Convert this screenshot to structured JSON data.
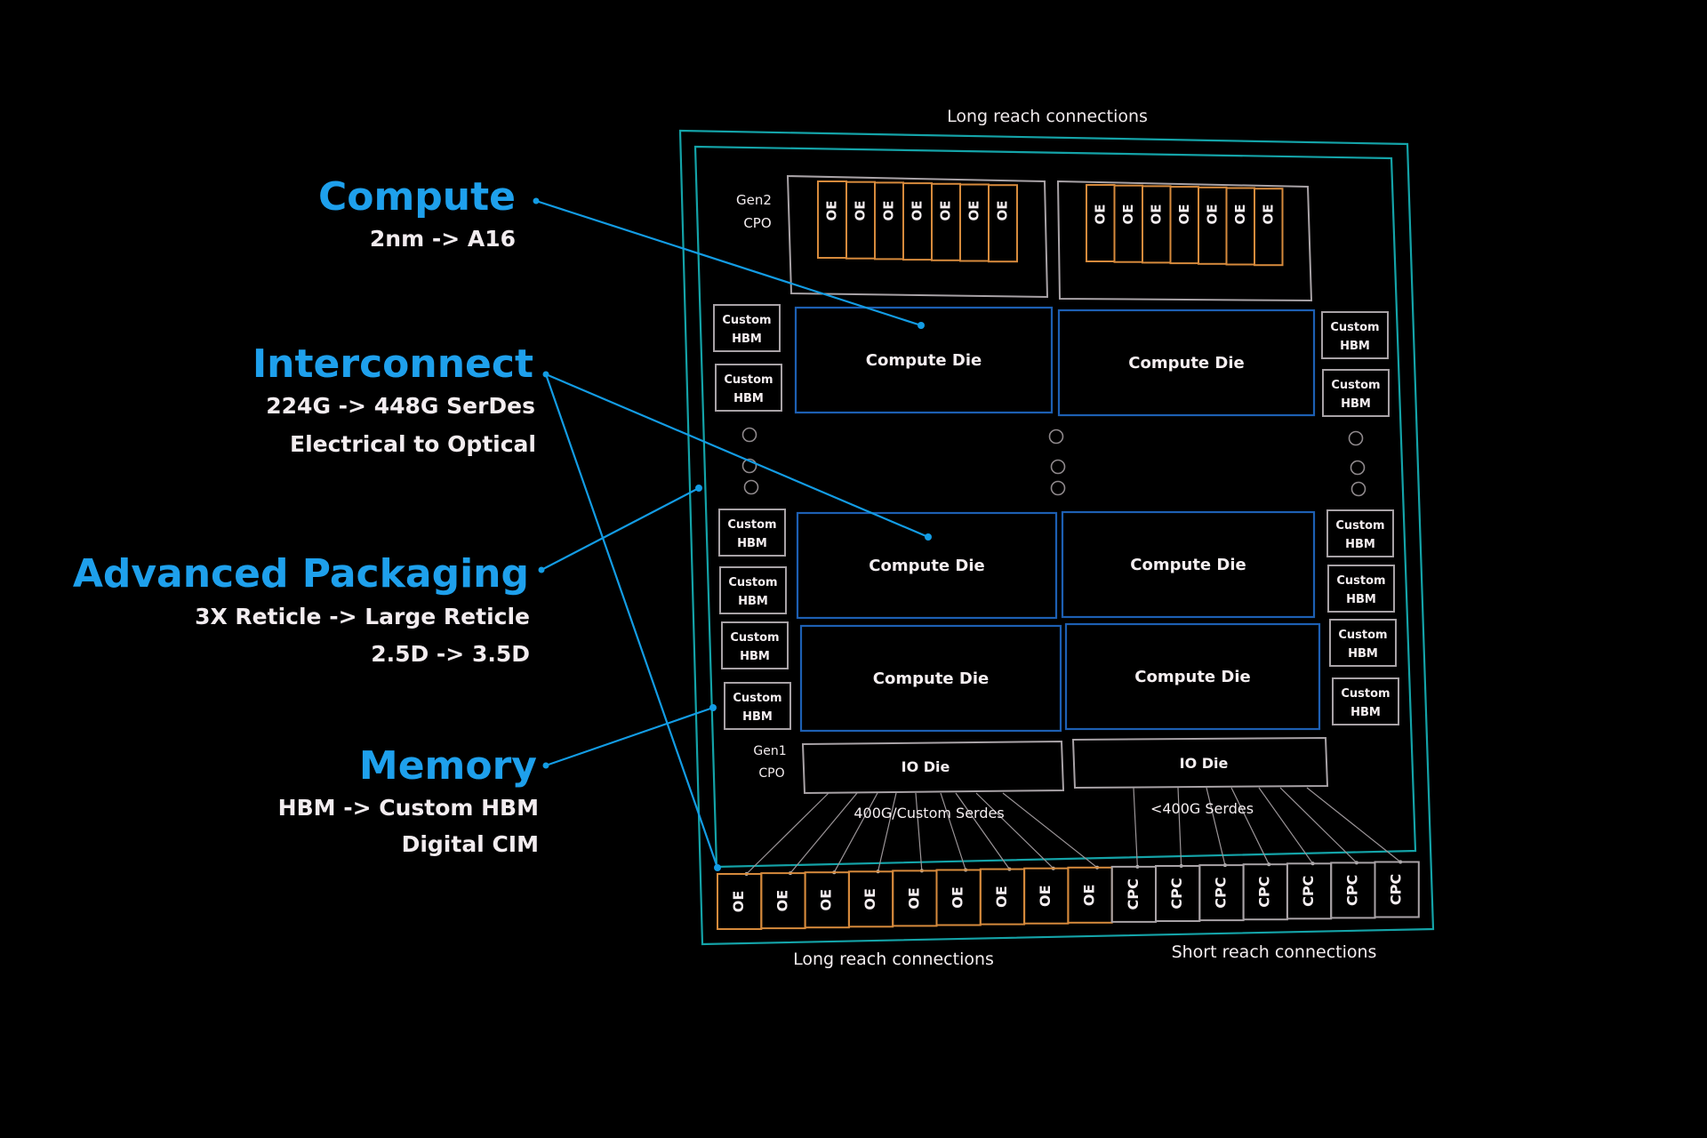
{
  "labels": {
    "long_reach_top": "Long reach connections",
    "long_reach_bottom": "Long reach connections",
    "short_reach_bottom": "Short reach connections",
    "gen2_cpo": [
      "Gen2",
      "CPO"
    ],
    "gen1_cpo": [
      "Gen1",
      "CPO"
    ],
    "serdes_left": "400G/Custom Serdes",
    "serdes_right": "<400G Serdes"
  },
  "callouts": [
    {
      "title": "Compute",
      "lines": [
        "2nm -> A16"
      ]
    },
    {
      "title": "Interconnect",
      "lines": [
        "224G -> 448G SerDes",
        "Electrical to Optical"
      ]
    },
    {
      "title": "Advanced Packaging",
      "lines": [
        "3X Reticle -> Large Reticle",
        "2.5D -> 3.5D"
      ]
    },
    {
      "title": "Memory",
      "lines": [
        "HBM -> Custom HBM",
        "Digital CIM"
      ]
    }
  ],
  "top_oe_left": [
    "OE",
    "OE",
    "OE",
    "OE",
    "OE",
    "OE",
    "OE"
  ],
  "top_oe_right": [
    "OE",
    "OE",
    "OE",
    "OE",
    "OE",
    "OE",
    "OE"
  ],
  "compute_dies": [
    "Compute Die",
    "Compute Die",
    "Compute Die",
    "Compute Die",
    "Compute Die",
    "Compute Die"
  ],
  "hbm_label": [
    "Custom",
    "HBM"
  ],
  "hbm_left_count": 6,
  "hbm_right_count": 6,
  "io_dies": [
    "IO Die",
    "IO Die"
  ],
  "bottom_modules": [
    "OE",
    "OE",
    "OE",
    "OE",
    "OE",
    "OE",
    "OE",
    "OE",
    "OE",
    "CPC",
    "CPC",
    "CPC",
    "CPC",
    "CPC",
    "CPC",
    "CPC"
  ],
  "colors": {
    "callout_title": "#1ea0ec",
    "callout_line": "#139ce4",
    "package_outline": "#14a3a8",
    "compute_die_outline": "#1d5fb3",
    "oe_outline": "#d68a3c",
    "neutral_outline": "#a8a2a6",
    "background": "#000000"
  }
}
